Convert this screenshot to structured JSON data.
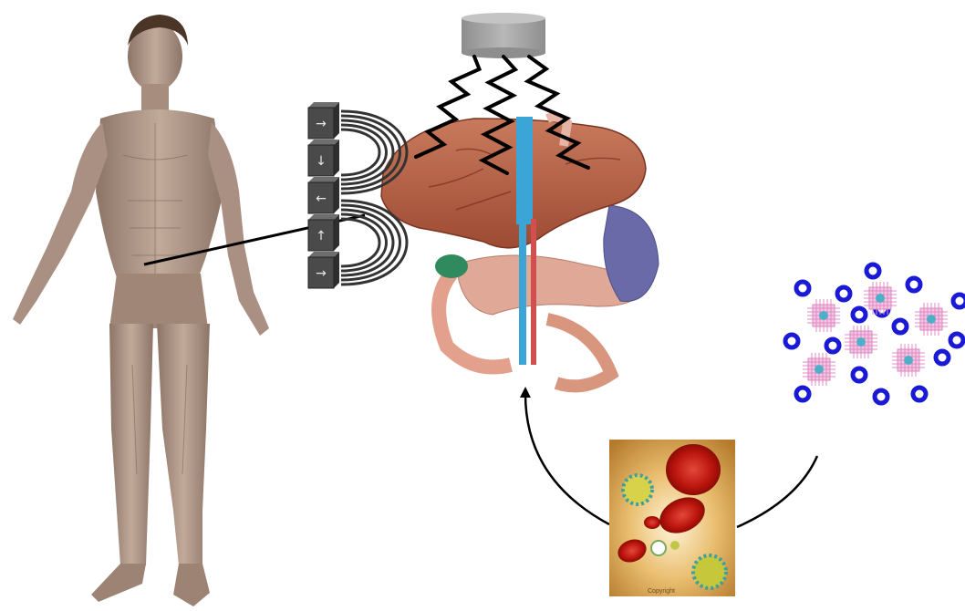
{
  "diagram": {
    "colors": {
      "background": "#ffffff",
      "skin": "#b39a8a",
      "skin_shadow": "#8a7164",
      "hair": "#4a3526",
      "liver": "#b0553c",
      "liver_light": "#c97a5c",
      "gallbladder": "#2f8a5e",
      "spleen": "#6a6aa8",
      "pancreas": "#e0a896",
      "vessel_blue": "#3aa5d6",
      "coil": "#000000",
      "cylinder": "#a6a6a6",
      "nanoparticle_ring": "#1a1ad6",
      "drug_molecule": "#e89bd0",
      "blood_bg": "#e7b763",
      "red_cell": "#c11a10"
    },
    "blocks": [
      {
        "name": "right",
        "arrow": "→"
      },
      {
        "name": "down",
        "arrow": "↓"
      },
      {
        "name": "left",
        "arrow": "←"
      },
      {
        "name": "up",
        "arrow": "↑"
      },
      {
        "name": "right",
        "arrow": "→"
      }
    ],
    "inset_caption": "Copyright"
  }
}
